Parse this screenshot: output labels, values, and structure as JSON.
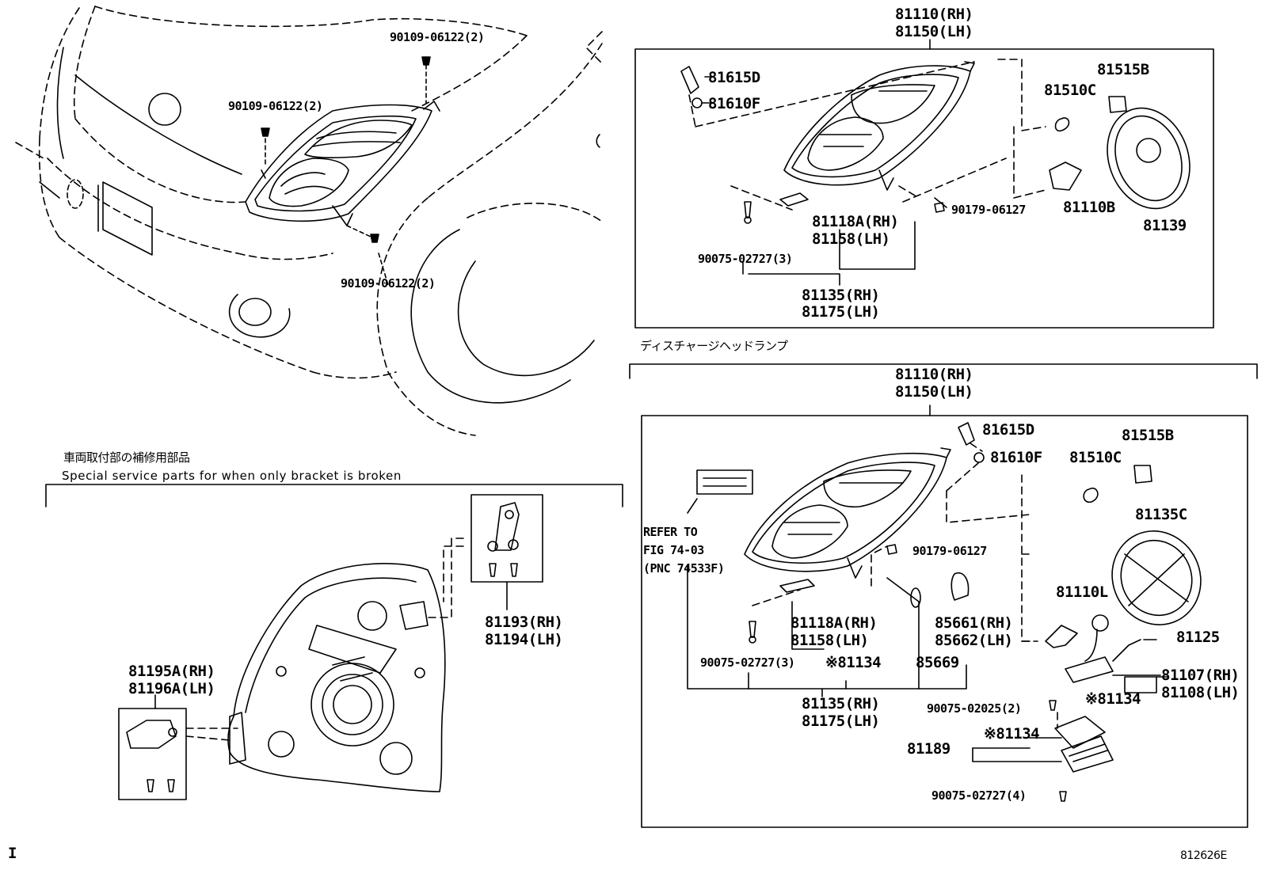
{
  "labels": {
    "top_main_rh": "81110(RH)",
    "top_main_lh": "81150(LH)",
    "top_81615d": "81615D",
    "top_81610f": "81610F",
    "top_81515b": "81515B",
    "top_81510c": "81510C",
    "top_81139": "81139",
    "top_81110b": "81110B",
    "top_90179": "90179-06127",
    "top_81118a": "81118A(RH)",
    "top_81158": "81158(LH)",
    "top_90075": "90075-02727(3)",
    "top_81135": "81135(RH)",
    "top_81175": "81175(LH)",
    "car_bolt_1": "90109-06122(2)",
    "car_bolt_2": "90109-06122(2)",
    "car_bolt_3": "90109-06122(2)",
    "discharge_title": "ディスチャージヘッドランプ",
    "bot_main_rh": "81110(RH)",
    "bot_main_lh": "81150(LH)",
    "bot_81615d": "81615D",
    "bot_81610f": "81610F",
    "bot_81510c": "81510C",
    "bot_81515b": "81515B",
    "bot_81135c": "81135C",
    "bot_refer_1": "REFER TO",
    "bot_refer_2": "FIG 74-03",
    "bot_refer_3": "(PNC 74533F)",
    "bot_90179": "90179-06127",
    "bot_81110l": "81110L",
    "bot_81118a": "81118A(RH)",
    "bot_81158": "81158(LH)",
    "bot_85661": "85661(RH)",
    "bot_85662": "85662(LH)",
    "bot_81125": "81125",
    "bot_90075a": "90075-02727(3)",
    "bot_81134a": "※81134",
    "bot_85669": "85669",
    "bot_81107": "81107(RH)",
    "bot_81108": "81108(LH)",
    "bot_81135": "81135(RH)",
    "bot_81175": "81175(LH)",
    "bot_90075b": "90075-02025(2)",
    "bot_81134b": "※81134",
    "bot_81189": "81189",
    "bot_81134c": "※81134",
    "bot_90075c": "90075-02727(4)",
    "special_jp": "車両取付部の補修用部品",
    "special_en": "Special service parts for when only bracket is broken",
    "brk_81193": "81193(RH)",
    "brk_81194": "81194(LH)",
    "brk_81195a": "81195A(RH)",
    "brk_81196a": "81196A(LH)",
    "corner_mark": "I",
    "diagram_code": "812626E"
  },
  "colors": {
    "ink": "#000000",
    "paper": "#ffffff"
  }
}
